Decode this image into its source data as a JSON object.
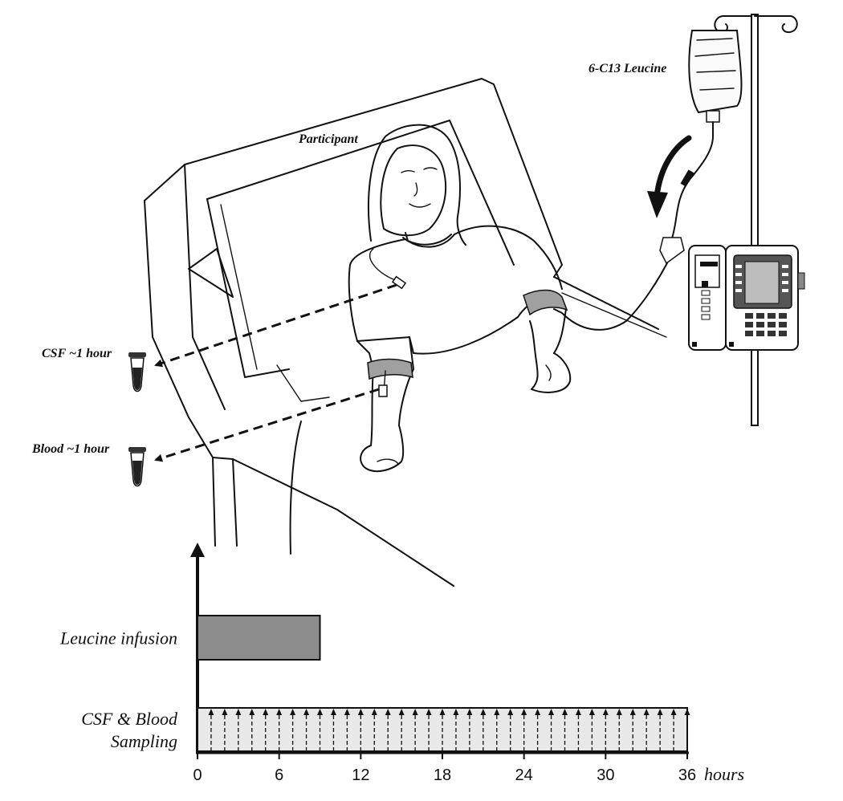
{
  "labels": {
    "bag": "6-C13 Leucine",
    "participant": "Participant",
    "csf_tube": "CSF ~1 hour",
    "blood_tube": "Blood ~1 hour"
  },
  "chart_data": {
    "type": "gantt",
    "x_unit": "hours",
    "xlim": [
      0,
      36
    ],
    "x_ticks": [
      0,
      6,
      12,
      18,
      24,
      30,
      36
    ],
    "rows": [
      {
        "label": "Leucine infusion",
        "start": 0,
        "end": 9,
        "fill": "#8c8c8c"
      },
      {
        "label": "CSF & Blood Sampling",
        "label_lines": [
          "CSF & Blood",
          "Sampling"
        ],
        "start": 0,
        "end": 36,
        "fill": "#e8e8e8",
        "sampling_interval": 1
      }
    ]
  }
}
